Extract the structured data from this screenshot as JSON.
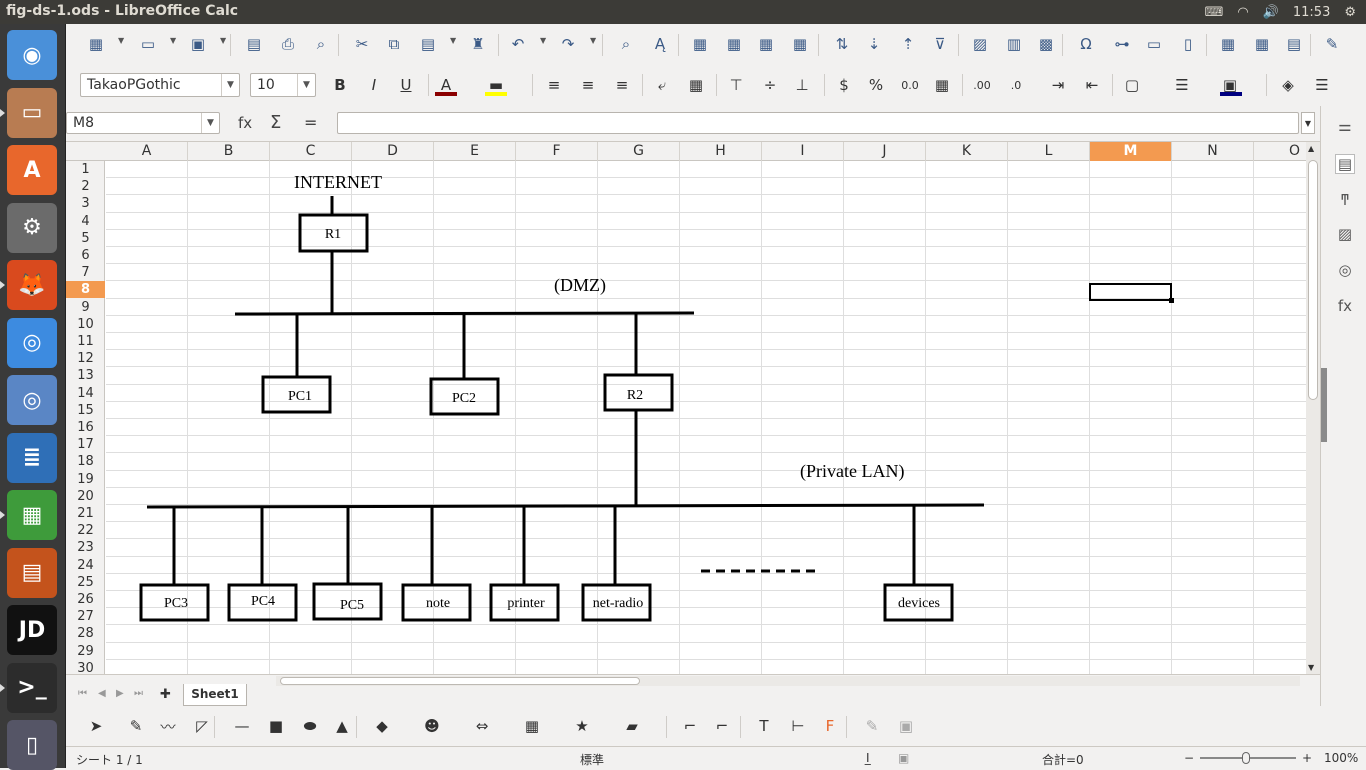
{
  "window": {
    "title": "fig-ds-1.ods - LibreOffice Calc"
  },
  "tray": {
    "time": "11:53",
    "keyboard": "⌨",
    "wifi": "◠",
    "volume": "🔊",
    "power": "⚙"
  },
  "launcher": {
    "items": [
      {
        "name": "ubuntu-dash-icon",
        "glyph": "◉",
        "color": "#4a90d9"
      },
      {
        "name": "files-icon",
        "glyph": "▭",
        "color": "#b87c52"
      },
      {
        "name": "software-center-icon",
        "glyph": "A",
        "color": "#e8672c"
      },
      {
        "name": "system-settings-icon",
        "glyph": "⚙",
        "color": "#6b6b6b"
      },
      {
        "name": "firefox-icon",
        "glyph": "🦊",
        "color": "#d94a1e"
      },
      {
        "name": "chrome-icon",
        "glyph": "◎",
        "color": "#3d8be0"
      },
      {
        "name": "chromium-icon",
        "glyph": "◎",
        "color": "#5a86c5"
      },
      {
        "name": "writer-icon",
        "glyph": "≣",
        "color": "#2f6fb7"
      },
      {
        "name": "calc-icon",
        "glyph": "▦",
        "color": "#3e9b3b"
      },
      {
        "name": "impress-icon",
        "glyph": "▤",
        "color": "#c4531c"
      },
      {
        "name": "jd-icon",
        "glyph": "JD",
        "color": "#111"
      },
      {
        "name": "terminal-icon",
        "glyph": ">_",
        "color": "#2c2c2c"
      },
      {
        "name": "trash-icon",
        "glyph": "▯",
        "color": "#556"
      }
    ]
  },
  "formatting": {
    "font_name": "TakaoPGothic",
    "font_size": "10"
  },
  "formula": {
    "cell_ref": "M8",
    "fx": "fx",
    "sigma": "Σ",
    "equals": "=",
    "content": ""
  },
  "columns": [
    "A",
    "B",
    "C",
    "D",
    "E",
    "F",
    "G",
    "H",
    "I",
    "J",
    "K",
    "L",
    "M",
    "N",
    "O"
  ],
  "selected_column": "M",
  "rows": [
    "1",
    "2",
    "3",
    "4",
    "5",
    "6",
    "7",
    "8",
    "9",
    "10",
    "11",
    "12",
    "13",
    "14",
    "15",
    "16",
    "17",
    "18",
    "19",
    "20",
    "21",
    "22",
    "23",
    "24",
    "25",
    "26",
    "27",
    "28",
    "29",
    "30"
  ],
  "selected_row": "8",
  "diagram": {
    "internet": "INTERNET",
    "dmz": "(DMZ)",
    "private_lan": "(Private  LAN)",
    "r1": "R1",
    "r2": "R2",
    "pc1": "PC1",
    "pc2": "PC2",
    "pc3": "PC3",
    "pc4": "PC4",
    "pc5": "PC5",
    "note": "note",
    "printer": "printer",
    "net_radio": "net-radio",
    "devices": "devices"
  },
  "tabs": {
    "sheet1": "Sheet1",
    "add": "✚"
  },
  "status": {
    "sheet_info": "シート 1 / 1",
    "page_style": "標準",
    "sum": "合計=0",
    "zoom": "100%"
  }
}
